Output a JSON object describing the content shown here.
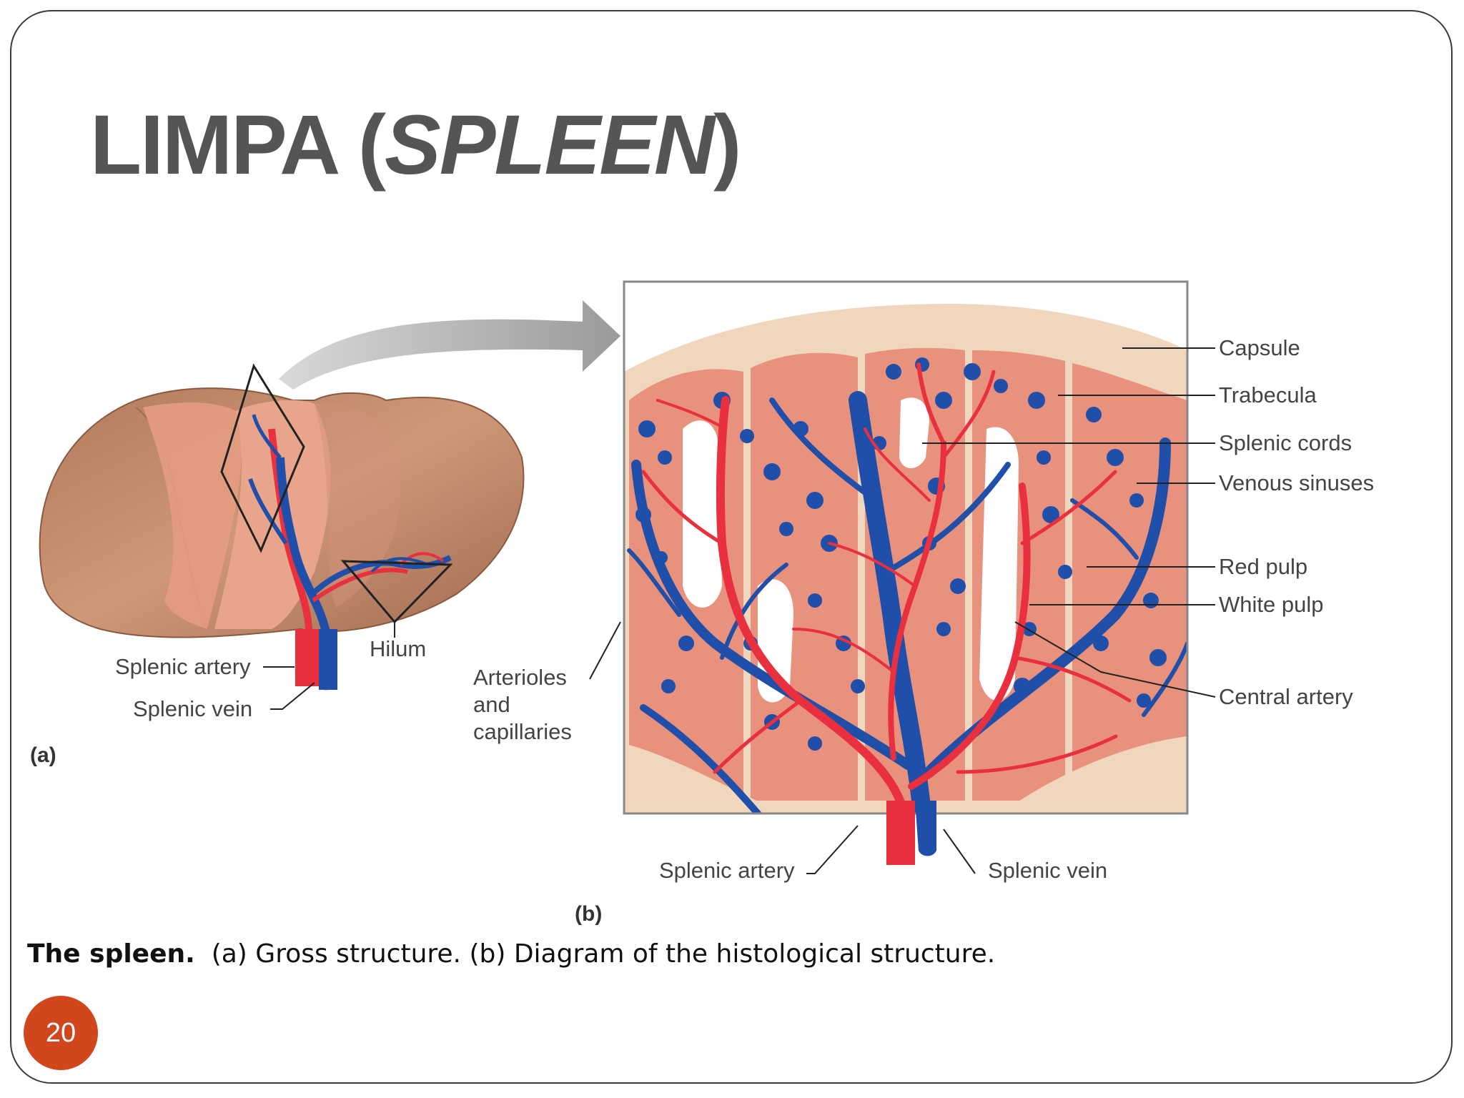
{
  "title": {
    "main": "LIMPA (",
    "italic": "SPLEEN",
    "close": ")"
  },
  "caption": {
    "bold": "The spleen.",
    "rest": "(a) Gross structure. (b) Diagram of the histological structure."
  },
  "page_number": "20",
  "panel_a": {
    "tag": "(a)",
    "labels": {
      "hilum": "Hilum",
      "splenic_artery": "Splenic artery",
      "splenic_vein": "Splenic vein"
    }
  },
  "panel_b": {
    "tag": "(b)",
    "labels": {
      "capsule": "Capsule",
      "trabecula": "Trabecula",
      "splenic_cords": "Splenic cords",
      "venous_sinuses": "Venous sinuses",
      "red_pulp": "Red pulp",
      "white_pulp": "White pulp",
      "central_artery": "Central artery",
      "arterioles_1": "Arterioles",
      "arterioles_2": "and",
      "arterioles_3": "capillaries",
      "splenic_artery": "Splenic artery",
      "splenic_vein": "Splenic vein"
    }
  },
  "colors": {
    "badge": "#d2461e",
    "artery": "#e8303f",
    "vein": "#1f4fa8",
    "pulp": "#e8917c",
    "capsule": "#efd6bd",
    "organ": "#c08868"
  }
}
